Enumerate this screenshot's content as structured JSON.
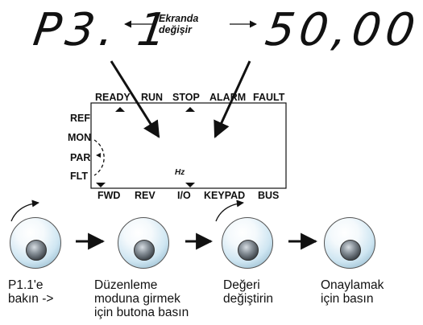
{
  "display": {
    "left_readout": "P3. 1",
    "right_readout": "50,00",
    "change_note_line1": "Ekranda",
    "change_note_line2": "değişir"
  },
  "panel": {
    "status_labels": [
      "READY",
      "RUN",
      "STOP",
      "ALARM",
      "FAULT"
    ],
    "side_labels": [
      "REF",
      "MON",
      "PAR",
      "FLT"
    ],
    "bottom_labels": [
      "FWD",
      "REV",
      "I/O",
      "KEYPAD",
      "BUS"
    ],
    "unit": "Hz"
  },
  "steps": [
    {
      "caption_line1": "P1.1'e",
      "caption_line2": "bakın ->",
      "caption_line3": ""
    },
    {
      "caption_line1": "Düzenleme",
      "caption_line2": "moduna girmek",
      "caption_line3": "için butona basın"
    },
    {
      "caption_line1": "Değeri",
      "caption_line2": "değiştirin",
      "caption_line3": ""
    },
    {
      "caption_line1": "Onaylamak",
      "caption_line2": "için basın",
      "caption_line3": ""
    }
  ],
  "icons": {
    "knob": "rotary-knob-icon",
    "next": "right-arrow-icon",
    "rotate": "rotate-arc-icon",
    "pointer": "pointer-arrow-icon",
    "selected": "selection-triangle-icon"
  }
}
